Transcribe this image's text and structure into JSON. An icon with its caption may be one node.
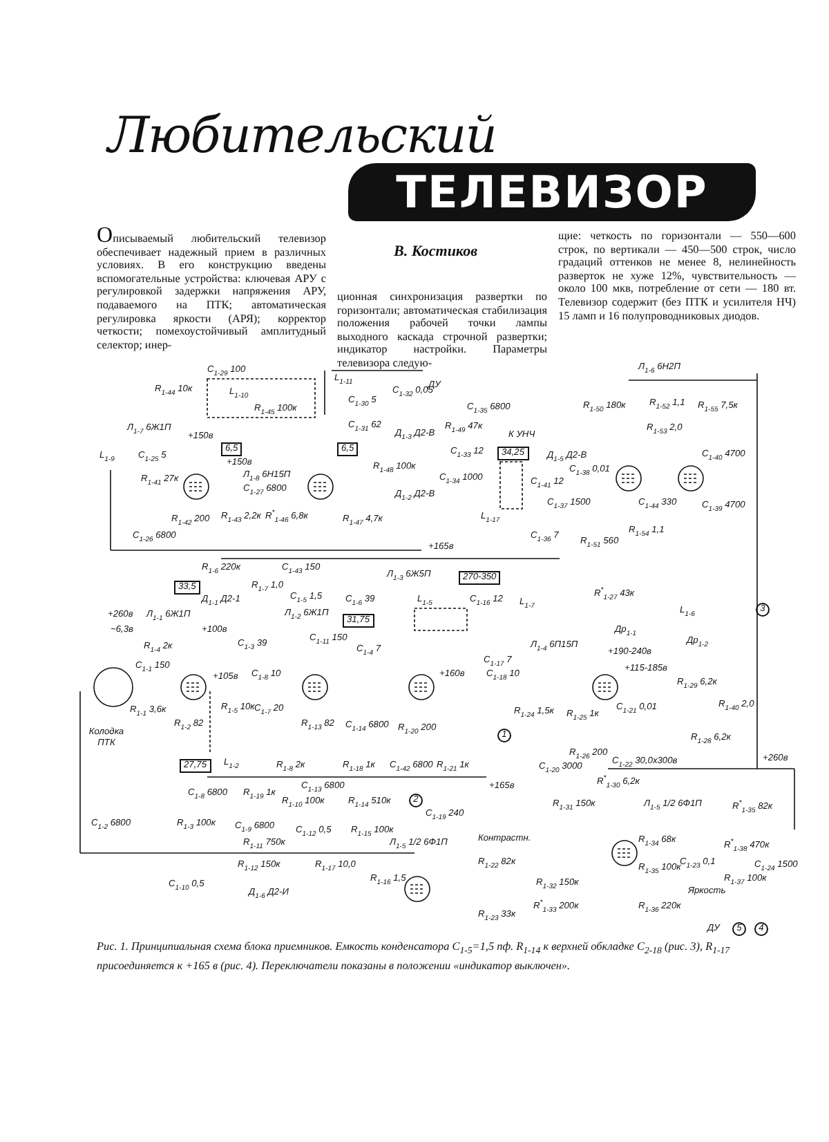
{
  "diagram": {
    "title": "Любительский",
    "caption": "Рис. 1. Принципиальная схема блока приемников. Емкость конденсатора C$_{1-5}$=1,5 пф. R$_{1-14}$ к верхней обкладке C$_{2-18}$ (рис. 3), R$_{1-17}$ присоединяется к +165 в (рис. 4). Переключатели показаны в положении «индикатор выключен».",
    "labels": [
      "ТЕЛЕВИЗОР",
      "В. Костиков",
      "Описываемый любительский телевизор обеспечивает надежный прием в различных условиях. В его конструкцию введены вспомогательные устройства: ключевая АРУ с регулировкой задержки напряжения АРУ, подаваемого на ПТК; автоматическая регулировка яркости (АРЯ); корректор четкости; помехоустойчивый амплитудный селектор; инер-",
      "ционная синхронизация развертки по горизонтали; автоматическая стабилизация положения рабочей точки лампы выходного каскада строчной развертки; индикатор настройки. Параметры телевизора следую-",
      "щие: четкость по горизонтали — 550—600 строк, по вертикали — 450—500 строк, число градаций оттенков не менее 8, нелинейность разверток не хуже 12%, чувствительность — около 100 мкв, потребление от сети — 180 вт. Телевизор содержит (без ПТК и усилителя НЧ) 15 ламп и 16 полупроводниковых диодов.",
      "C$_{1-29}$ 100",
      "R$_{1-44}$ 10к",
      "L$_{1-10}$",
      "R$_{1-45}$ 100к",
      "Л$_{1-7}$ 6Ж1П",
      "+150в",
      "6,5",
      "L$_{1-9}$",
      "C$_{1-25}$ 5",
      "+150в",
      "R$_{1-41}$ 27к",
      "Л$_{1-8}$ 6Н15П",
      "C$_{1-27}$ 6800",
      "R$_{1-42}$ 200",
      "R$_{1-43}$ 2,2к",
      "R$^{*}$$_{1-46}$ 6,8к",
      "C$_{1-26}$ 6800",
      "L$_{1-11}$",
      "6,5",
      "C$_{1-30}$ 5",
      "C$_{1-31}$ 62",
      "C$_{1-32}$ 0,05",
      "ДУ",
      "C$_{1-35}$ 6800",
      "Д$_{1-3}$ Д2-В",
      "R$_{1-49}$ 47к",
      "К УНЧ",
      "R$_{1-48}$ 100к",
      "C$_{1-33}$ 12",
      "C$_{1-34}$ 1000",
      "Д$_{1-2}$ Д2-В",
      "R$_{1-47}$ 4,7к",
      "+165в",
      "34,25",
      "Д$_{1-5}$ Д2-В",
      "C$_{1-41}$ 12",
      "L$_{1-17}$",
      "C$_{1-38}$ 0,01",
      "C$_{1-37}$ 1500",
      "C$_{1-36}$ 7",
      "Л$_{1-6}$ 6Н2П",
      "R$_{1-50}$ 180к",
      "R$_{1-52}$ 1,1",
      "R$_{1-55}$ 7,5к",
      "R$_{1-53}$ 2,0",
      "C$_{1-40}$ 4700",
      "C$_{1-44}$ 330",
      "C$_{1-39}$ 4700",
      "R$_{1-54}$ 1,1",
      "R$_{1-51}$ 560",
      "R$_{1-6}$ 220к",
      "C$_{1-43}$ 150",
      "33,5",
      "R$_{1-7}$ 1,0",
      "Д$_{1-1}$ Д2-1",
      "C$_{1-5}$ 1,5",
      "Л$_{1-2}$ 6Ж1П",
      "Л$_{1-3}$ 6Ж5П",
      "270-350",
      "L$_{1-5}$",
      "C$_{1-16}$ 12",
      "L$_{1-7}$",
      "31,75",
      "+260в",
      "Л$_{1-1}$ 6Ж1П",
      "~6,3в",
      "+100в",
      "R$_{1-4}$ 2к",
      "C$_{1-3}$ 39",
      "C$_{1-6}$ 39",
      "C$_{1-11}$ 150",
      "C$_{1-4}$ 7",
      "R$^{*}$$_{1-27}$ 43к",
      "L$_{1-6}$",
      "Др$_{1-1}$",
      "Др$_{1-2}$",
      "Л$_{1-4}$ 6П15П",
      "+190-240в",
      "3",
      "C$_{1-17}$ 7",
      "C$_{1-1}$ 150",
      "+105в",
      "C$_{1-8}$ 10",
      "+160в",
      "C$_{1-18}$ 10",
      "+115-185в",
      "R$_{1-29}$ 6,2к",
      "R$_{1-1}$ 3,6к",
      "R$_{1-5}$ 10к",
      "C$_{1-7}$ 20",
      "R$_{1-24}$ 1,5к",
      "R$_{1-25}$ 1к",
      "C$_{1-21}$ 0,01",
      "R$_{1-40}$ 2,0",
      "Колодка ПТК",
      "R$_{1-2}$ 82",
      "R$_{1-13}$ 82",
      "C$_{1-14}$ 6800",
      "R$_{1-20}$ 200",
      "1",
      "27,75",
      "L$_{1-2}$",
      "R$_{1-8}$ 2к",
      "R$_{1-18}$ 1к",
      "C$_{1-42}$ 6800",
      "R$_{1-21}$ 1к",
      "C$_{1-20}$ 3000",
      "R$_{1-26}$ 200",
      "C$_{1-22}$ 30,0х300в",
      "R$_{1-28}$ 6,2к",
      "+260в",
      "C$_{1-8}$ 6800",
      "R$_{1-19}$ 1к",
      "C$_{1-13}$ 6800",
      "+165в",
      "R$^{*}$$_{1-30}$ 6,2к",
      "C$_{1-2}$ 6800",
      "R$_{1-3}$ 100к",
      "R$_{1-10}$ 100к",
      "R$_{1-14}$ 510к",
      "C$_{1-9}$ 6800",
      "C$_{1-12}$ 0,5",
      "R$_{1-15}$ 100к",
      "2",
      "C$_{1-19}$ 240",
      "R$_{1-11}$ 750к",
      "Л$_{1-5}$ 1/2 6Ф1П",
      "Контрастн.",
      "R$_{1-22}$ 82к",
      "R$_{1-31}$ 150к",
      "Л$_{1-5}$ 1/2 6Ф1П",
      "R$^{*}$$_{1-35}$ 82к",
      "R$_{1-34}$ 68к",
      "R$^{*}$$_{1-38}$ 470к",
      "R$_{1-32}$ 150к",
      "R$_{1-35}$ 100к",
      "C$_{1-23}$ 0,1",
      "R$_{1-37}$ 100к",
      "C$_{1-24}$ 1500",
      "Яркость",
      "R$^{*}$$_{1-33}$ 200к",
      "R$_{1-36}$ 220к",
      "C$_{1-10}$ 0,5",
      "R$_{1-12}$ 150к",
      "Д$_{1-6}$ Д2-И",
      "R$_{1-17}$ 10,0",
      "R$_{1-16}$ 1,5",
      "R$_{1-23}$ 33к",
      "ДУ",
      "5",
      "4"
    ]
  }
}
